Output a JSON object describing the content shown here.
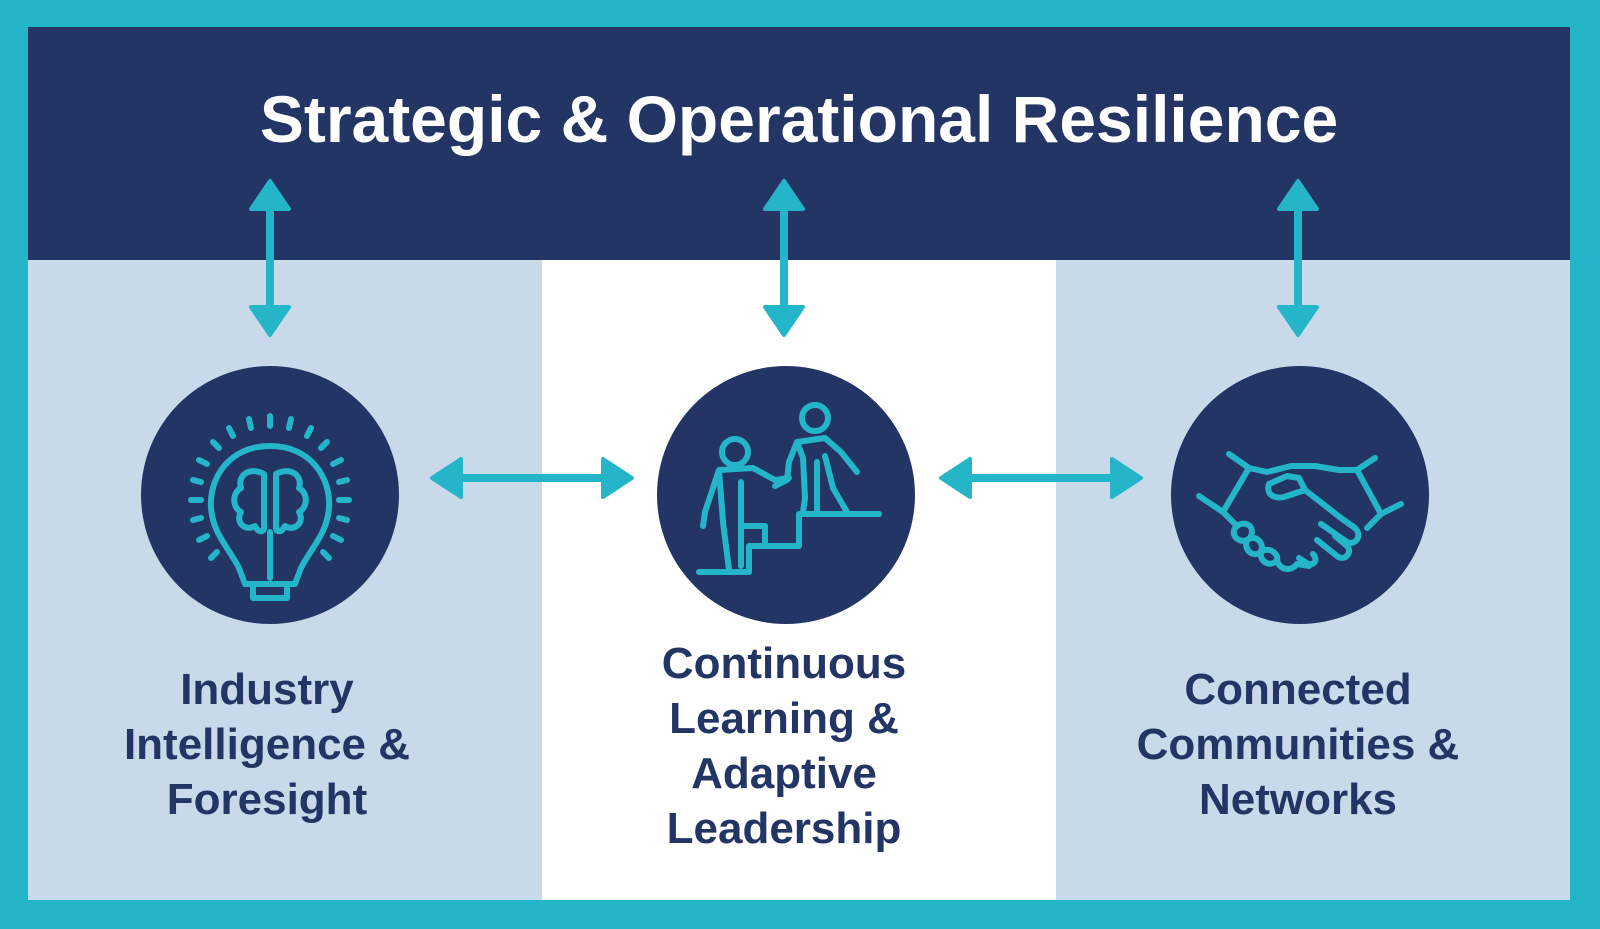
{
  "header": {
    "title": "Strategic & Operational Resilience"
  },
  "colors": {
    "border": "#25b5c8",
    "navy": "#233565",
    "light_panel": "#c8d9e9",
    "white_panel": "#ffffff",
    "accent": "#25b5c8"
  },
  "pillars": [
    {
      "icon": "lightbulb-brain-icon",
      "lines": [
        "Industry",
        "Intelligence &",
        "Foresight"
      ]
    },
    {
      "icon": "people-climbing-stairs-icon",
      "lines": [
        "Continuous",
        "Learning &",
        "Adaptive",
        "Leadership"
      ]
    },
    {
      "icon": "handshake-icon",
      "lines": [
        "Connected",
        "Communities &",
        "Networks"
      ]
    }
  ],
  "connectors": {
    "vertical": [
      "header-to-pillar-1",
      "header-to-pillar-2",
      "header-to-pillar-3"
    ],
    "horizontal": [
      "pillar-1-to-pillar-2",
      "pillar-2-to-pillar-3"
    ]
  }
}
